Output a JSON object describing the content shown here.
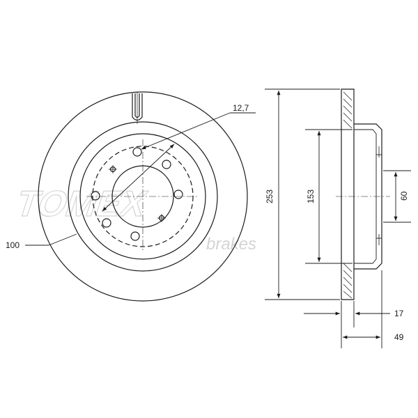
{
  "dimensions": {
    "stud_hole_diameter": "12,7",
    "bolt_circle": "100",
    "outer_diameter": "253",
    "hat_diameter": "153",
    "center_bore": "60",
    "disc_thickness": "17",
    "total_height": "49"
  },
  "watermark": {
    "brand": "TOMEX",
    "sub": "brakes"
  }
}
